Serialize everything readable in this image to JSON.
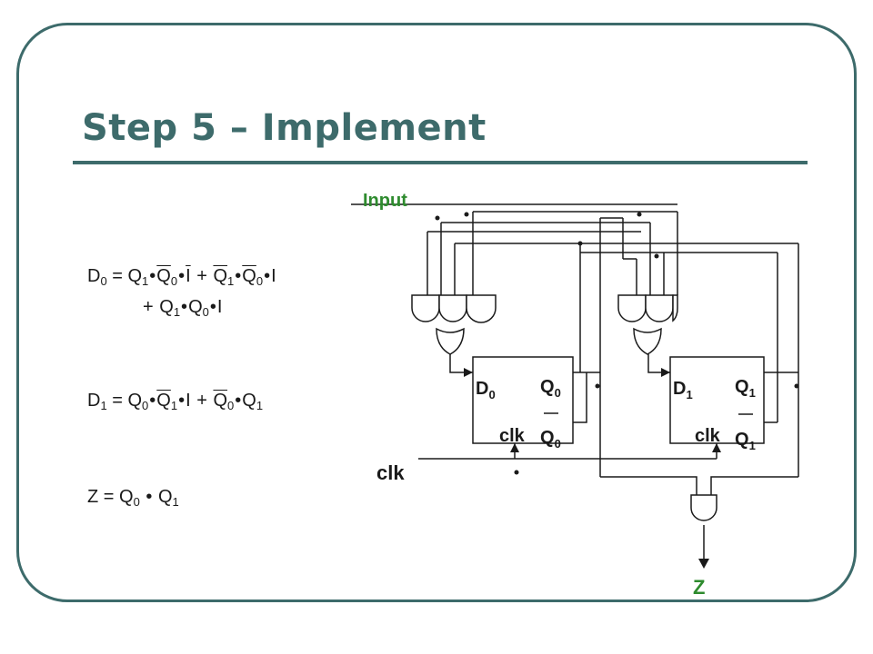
{
  "slide": {
    "title": "Step 5 – Implement"
  },
  "equations": {
    "d0": {
      "lhs": "D",
      "lhs_sub": "0",
      "eq": "=",
      "line1": [
        {
          "t": "Q",
          "s": "1",
          "bar": false
        },
        {
          "op": "•"
        },
        {
          "t": "Q",
          "s": "0",
          "bar": true
        },
        {
          "op": "•"
        },
        {
          "t": "I",
          "s": "",
          "bar": true
        },
        {
          "op": " + "
        },
        {
          "t": "Q",
          "s": "1",
          "bar": true
        },
        {
          "op": "•"
        },
        {
          "t": "Q",
          "s": "0",
          "bar": true
        },
        {
          "op": "•"
        },
        {
          "t": "I",
          "s": "",
          "bar": false
        }
      ],
      "line2": [
        {
          "op": "+ "
        },
        {
          "t": "Q",
          "s": "1",
          "bar": false
        },
        {
          "op": "•"
        },
        {
          "t": "Q",
          "s": "0",
          "bar": false
        },
        {
          "op": "•"
        },
        {
          "t": "I",
          "s": "",
          "bar": false
        }
      ]
    },
    "d1": {
      "lhs": "D",
      "lhs_sub": "1",
      "eq": "=",
      "line1": [
        {
          "t": "Q",
          "s": "0",
          "bar": false
        },
        {
          "op": "•"
        },
        {
          "t": "Q",
          "s": "1",
          "bar": true
        },
        {
          "op": "•"
        },
        {
          "t": "I",
          "s": "",
          "bar": false
        },
        {
          "op": " + "
        },
        {
          "t": "Q",
          "s": "0",
          "bar": true
        },
        {
          "op": "•"
        },
        {
          "t": "Q",
          "s": "1",
          "bar": false
        }
      ]
    },
    "z": {
      "lhs": "Z",
      "lhs_sub": "",
      "eq": "=",
      "line1": [
        {
          "t": "Q",
          "s": "0",
          "bar": false
        },
        {
          "op": " • "
        },
        {
          "t": "Q",
          "s": "1",
          "bar": false
        }
      ]
    }
  },
  "circuit": {
    "input_label": "Input",
    "clk_label": "clk",
    "output_label": "Z",
    "flipflops": [
      {
        "d": "D",
        "d_sub": "0",
        "q": "Q",
        "q_sub": "0",
        "qbar": "Q",
        "qbar_sub": "0",
        "clk": "clk"
      },
      {
        "d": "D",
        "d_sub": "1",
        "q": "Q",
        "q_sub": "1",
        "qbar": "Q",
        "qbar_sub": "1",
        "clk": "clk"
      }
    ]
  },
  "colors": {
    "theme": "#3d6b6b",
    "signal_label": "#2e8b2e",
    "ink": "#1a1a1a"
  }
}
